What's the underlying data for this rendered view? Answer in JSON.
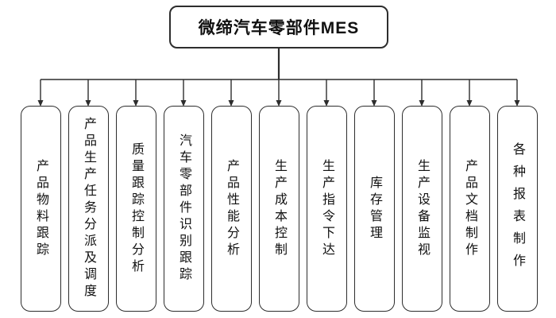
{
  "diagram": {
    "type": "hierarchy",
    "root": {
      "label": "微缔汽车零部件MES"
    },
    "children": [
      {
        "label": "产品物料跟踪"
      },
      {
        "label": "产品生产任务分派及调度"
      },
      {
        "label": "质量跟踪控制分析"
      },
      {
        "label": "汽车零部件识别跟踪"
      },
      {
        "label": "产品性能分析"
      },
      {
        "label": "生产成本控制"
      },
      {
        "label": "生产指令下达"
      },
      {
        "label": "库存管理"
      },
      {
        "label": "生产设备监视"
      },
      {
        "label": "产品文档制作"
      },
      {
        "label": "各种报表制作"
      }
    ],
    "colors": {
      "background": "#ffffff",
      "box_border": "#2d2d2d",
      "connector": "#2d2d2d",
      "text": "#111111"
    }
  }
}
